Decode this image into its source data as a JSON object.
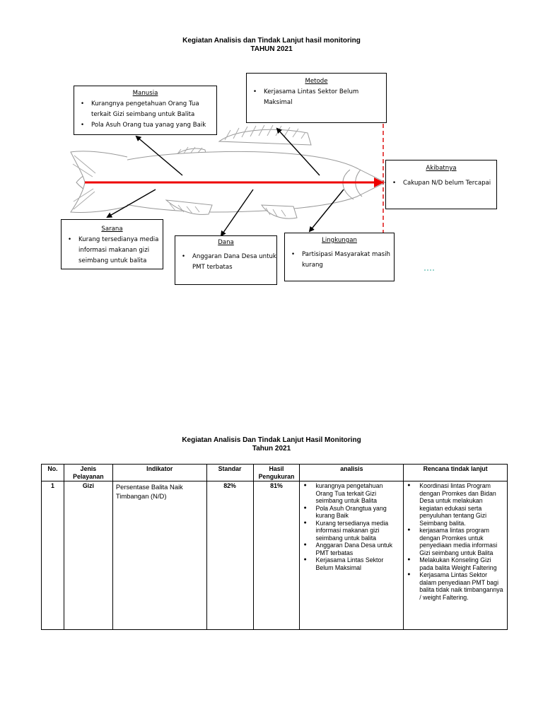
{
  "diagram": {
    "title_line1": "Kegiatan Analisis dan Tindak Lanjut hasil monitoring",
    "title_line2": "TAHUN 2021",
    "manusia": {
      "heading": "Manusia",
      "items": [
        "Kurangnya pengetahuan Orang Tua terkait Gizi seimbang untuk Balita",
        "Pola Asuh Orang tua yanag yang Baik"
      ]
    },
    "metode": {
      "heading": "Metode",
      "items": [
        "Kerjasama Lintas Sektor Belum Maksimal"
      ]
    },
    "akibatnya": {
      "heading": "Akibatnya",
      "items": [
        "Cakupan N/D belum Tercapai"
      ]
    },
    "sarana": {
      "heading": "Sarana",
      "items": [
        "Kurang tersedianya media informasi makanan gizi seimbang untuk balita"
      ]
    },
    "dana": {
      "heading": "Dana",
      "items": [
        "Anggaran Dana Desa untuk PMT terbatas"
      ]
    },
    "lingkungan": {
      "heading": "Lingkungan",
      "items": [
        "Partisipasi Masyarakat masih kurang"
      ]
    }
  },
  "table_section": {
    "title_line1": "Kegiatan Analisis Dan Tindak Lanjut Hasil Monitoring",
    "title_line2": "Tahun 2021",
    "headers": {
      "no": "No.",
      "jenis": "Jenis Pelayanan",
      "indikator": "Indikator",
      "standar": "Standar",
      "hasil": "Hasil Pengukuran",
      "analisis": "analisis",
      "rencana": "Rencana tindak lanjut"
    },
    "row": {
      "no": "1",
      "jenis": "Gizi",
      "indikator": "Persentase Balita Naik Timbangan (N/D)",
      "standar": "82%",
      "hasil": "81%",
      "analisis": [
        "kurangnya pengetahuan Orang Tua terkait Gizi seimbang untuk Balita",
        "Pola Asuh Orangtua yang kurang Baik",
        "Kurang tersedianya media informasi makanan gizi seimbang untuk balita",
        "Anggaran Dana Desa untuk PMT terbatas",
        " Kerjasama Lintas Sektor Belum Maksimal"
      ],
      "rencana": [
        "Koordinasi lintas Program dengan Promkes dan Bidan Desa untuk melakukan kegiatan edukasi serta penyuluhan tentang Gizi Seimbang balita.",
        "kerjasama lintas program dengan Promkes untuk penyediaan media informasi Gizi seimbang untuk Balita",
        "Melakukan Konseling Gizi pada balita Weight Faltering",
        "Kerjasama Lintas Sektor dalam penyediaan PMT bagi balita tidak naik timbangannya / weight Faltering."
      ]
    }
  }
}
